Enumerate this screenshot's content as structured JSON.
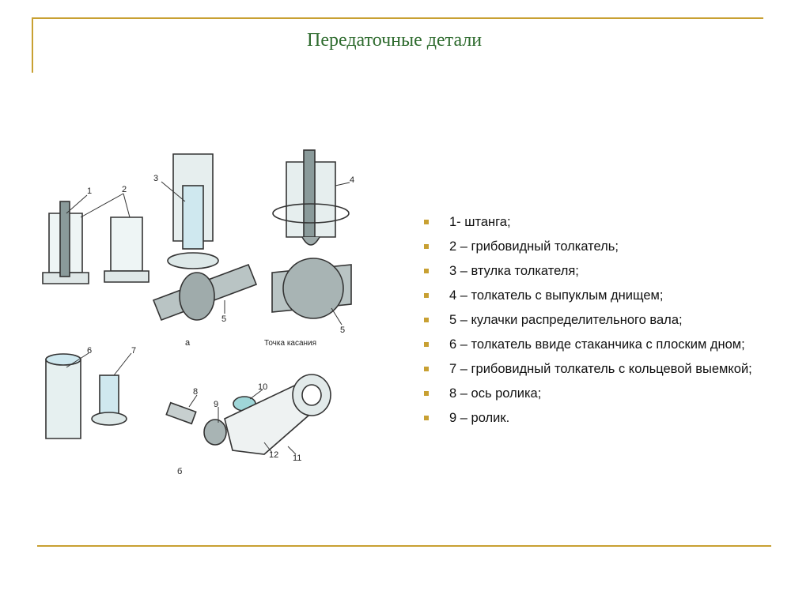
{
  "slide": {
    "title": "Передаточные детали",
    "accent_color": "#c8a032",
    "title_color": "#2e6b2e"
  },
  "figure": {
    "labels": [
      "1",
      "2",
      "3",
      "4",
      "5",
      "5",
      "6",
      "7",
      "8",
      "9",
      "10",
      "11",
      "12"
    ],
    "caption_a": "а",
    "caption_b": "б",
    "contact_point": "Точка касания"
  },
  "items": [
    "1- штанга;",
    "2 – грибовидный толкатель;",
    "3 – втулка толкателя;",
    "4 – толкатель с выпуклым днищем;",
    "5 – кулачки распределительного вала;",
    "6 – толкатель ввиде стаканчика с плоским дном;",
    "7 – грибовидный толкатель с кольцевой выемкой;",
    "8 – ось ролика;",
    "9 – ролик."
  ]
}
